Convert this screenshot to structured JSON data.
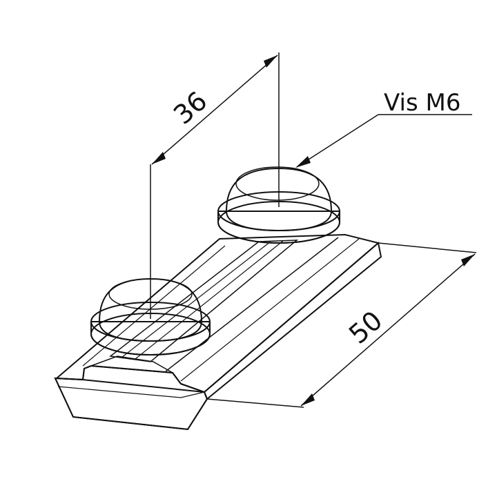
{
  "drawing": {
    "dimension_spacing": "36",
    "dimension_length": "50",
    "callout_label": "Vis M6"
  },
  "colors": {
    "line": "#111111",
    "metal_light": "#ececec",
    "metal_mid": "#d6d6d6",
    "metal_dark": "#b9b9b9",
    "background": "#ffffff"
  }
}
